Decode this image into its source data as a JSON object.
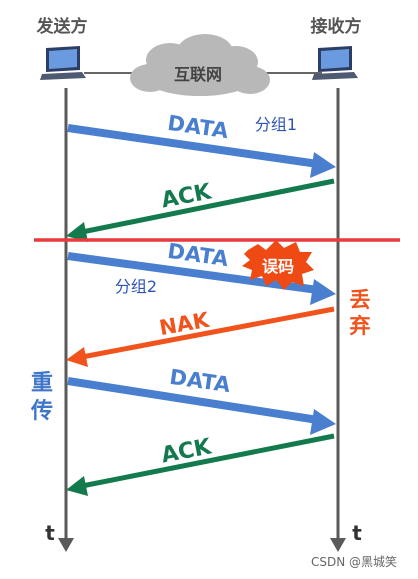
{
  "endpoints": {
    "sender": "发送方",
    "receiver": "接收方"
  },
  "network_label": "互联网",
  "messages": [
    {
      "label": "DATA",
      "direction": "right"
    },
    {
      "label": "ACK",
      "direction": "left"
    },
    {
      "label": "DATA",
      "direction": "right"
    },
    {
      "label": "NAK",
      "direction": "left"
    },
    {
      "label": "DATA",
      "direction": "right"
    },
    {
      "label": "ACK",
      "direction": "left"
    }
  ],
  "annotations": {
    "group1": "分组1",
    "group2": "分组2",
    "error": "误码",
    "discard_1": "丢",
    "discard_2": "弃",
    "resend_1": "重",
    "resend_2": "传"
  },
  "time_label": "t",
  "watermark": "CSDN @黑城笑",
  "colors": {
    "data": "#4a7fd0",
    "ack": "#137a4e",
    "nak": "#f0531c",
    "divider": "#e83a3a",
    "timeline": "#5a5a5a",
    "cloud": "#b8b8b8",
    "error_burst": "#ef4a14"
  }
}
